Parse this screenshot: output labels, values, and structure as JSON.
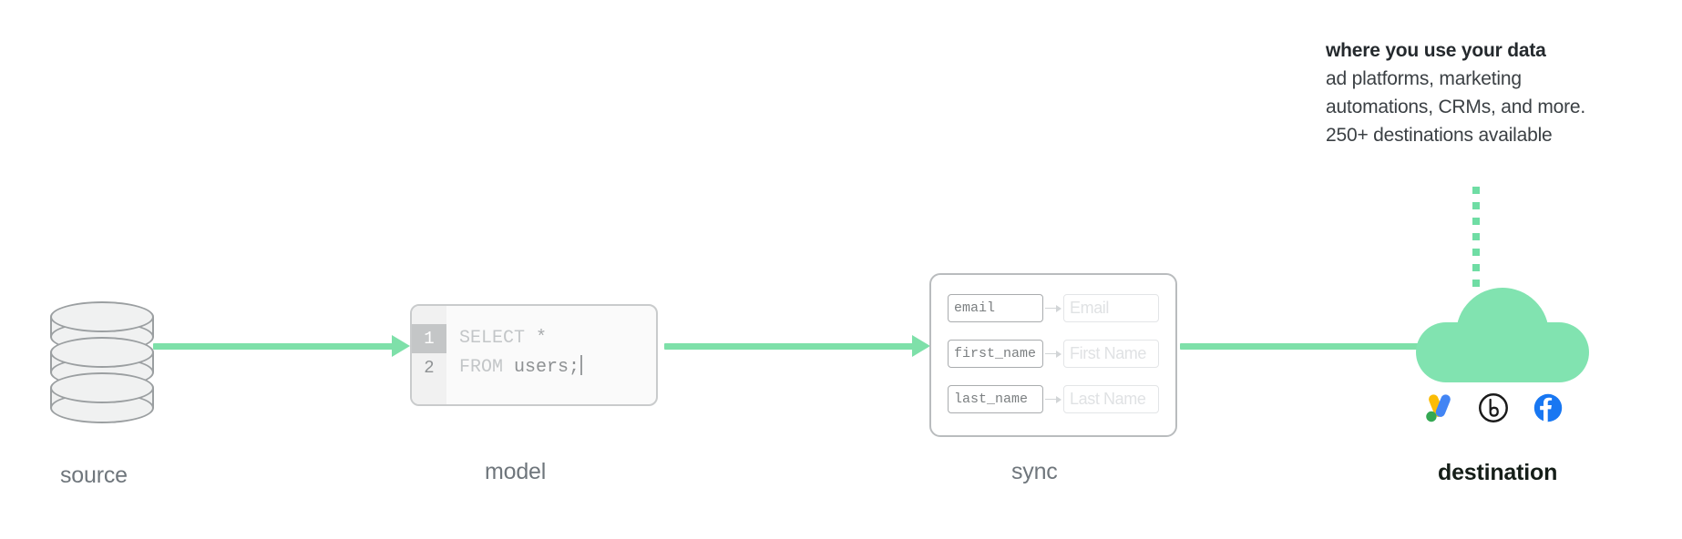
{
  "annotation": {
    "title": "where you use your data",
    "line1": "ad platforms, marketing",
    "line2": "automations, CRMs, and more.",
    "line3": "250+ destinations available"
  },
  "labels": {
    "source": "source",
    "model": "model",
    "sync": "sync",
    "destination": "destination"
  },
  "model": {
    "gutter": [
      "1",
      "2"
    ],
    "lines": [
      {
        "keyword": "SELECT",
        "rest": " *"
      },
      {
        "keyword": "FROM",
        "rest": " users;"
      }
    ],
    "line1_keyword": "SELECT",
    "line1_rest": " *",
    "line2_keyword": "FROM",
    "line2_rest": " users;"
  },
  "sync": {
    "mappings": [
      {
        "source_field": "email",
        "destination_field": "Email"
      },
      {
        "source_field": "first_name",
        "destination_field": "First Name"
      },
      {
        "source_field": "last_name",
        "destination_field": "Last Name"
      }
    ]
  },
  "destination": {
    "brands": [
      "google-ads",
      "braze",
      "facebook"
    ]
  },
  "icons": {
    "source": "database-stack-icon",
    "destination": "cloud-icon",
    "connector": "arrow-right-icon"
  },
  "colors": {
    "accent_green": "#7ee0a9",
    "cloud_green": "#81e3b0",
    "dot_green": "#6fdda4",
    "label_gray": "#6f767c",
    "label_dark": "#151e18",
    "annotation_title": "#24292d",
    "annotation_body": "#3b4044",
    "db_fill": "#f0f1f1",
    "db_stroke": "#9b9fa1",
    "card_border": "#c9cbcc",
    "sync_border": "#b9bcbe",
    "google_ads_yellow": "#FBBC04",
    "google_ads_blue": "#4285F4",
    "google_ads_green": "#34A853",
    "braze_black": "#1A1A1A",
    "facebook_blue": "#1877F2"
  }
}
